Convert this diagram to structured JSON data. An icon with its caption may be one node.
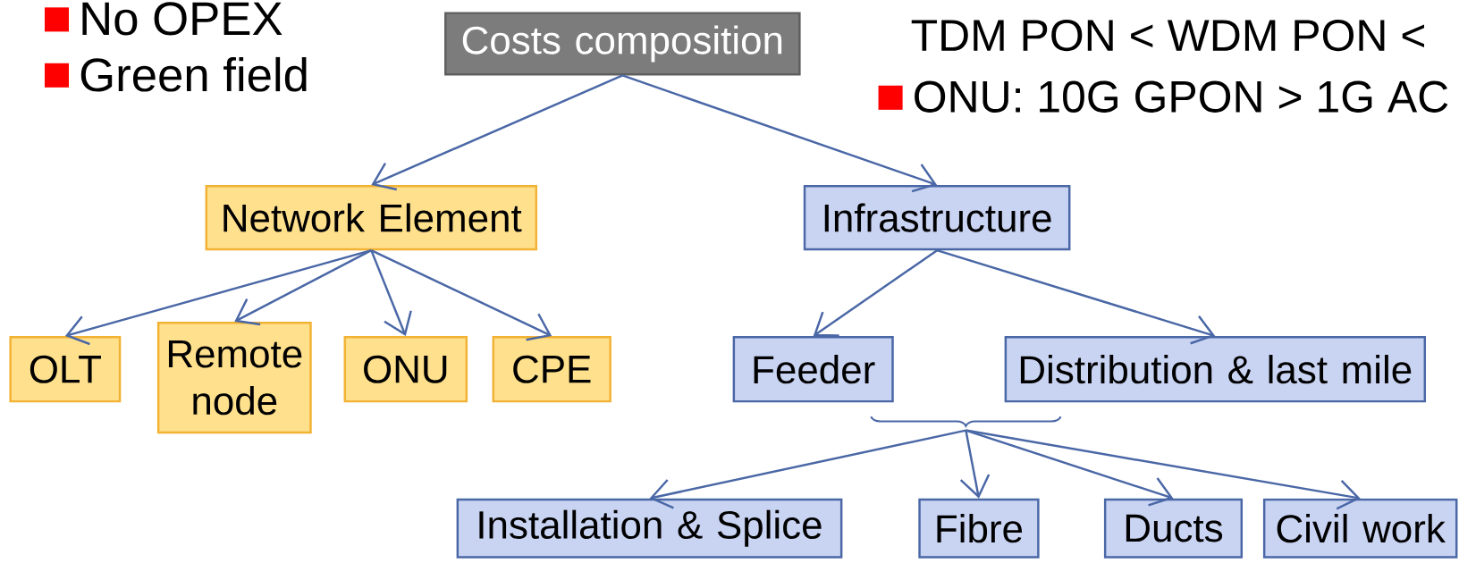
{
  "diagram": {
    "nodes": [
      {
        "text": [
          "Costs composition"
        ]
      },
      {
        "text": [
          "Network Element"
        ]
      },
      {
        "text": [
          "Infrastructure"
        ]
      },
      {
        "text": [
          "OLT"
        ]
      },
      {
        "text": [
          "Remote node"
        ]
      },
      {
        "text": [
          "ONU"
        ]
      },
      {
        "text": [
          "CPE"
        ]
      },
      {
        "text": [
          "Feeder"
        ]
      },
      {
        "text": [
          "Distribution & last mile"
        ]
      },
      {
        "text": [],
        "shape": "brace"
      },
      {
        "text": [
          "Installation & Splice"
        ]
      },
      {
        "text": [
          "Fibre"
        ]
      },
      {
        "text": [
          "Ducts"
        ]
      },
      {
        "text": [
          "Civil work"
        ]
      }
    ],
    "edges": [
      {
        "from": 0,
        "to": 1,
        "arrow": "to"
      },
      {
        "from": 0,
        "to": 2,
        "arrow": "to"
      },
      {
        "from": 1,
        "to": 3,
        "arrow": "to"
      },
      {
        "from": 1,
        "to": 4,
        "arrow": "to"
      },
      {
        "from": 1,
        "to": 5,
        "arrow": "to"
      },
      {
        "from": 1,
        "to": 6,
        "arrow": "to"
      },
      {
        "from": 2,
        "to": 7,
        "arrow": "to"
      },
      {
        "from": 2,
        "to": 8,
        "arrow": "to"
      },
      {
        "from": 9,
        "to": 10,
        "arrow": "to"
      },
      {
        "from": 9,
        "to": 11,
        "arrow": "to"
      },
      {
        "from": 9,
        "to": 12,
        "arrow": "to"
      },
      {
        "from": 9,
        "to": 13,
        "arrow": "to"
      }
    ],
    "labels": [
      "No OPEX",
      "Green field",
      "TDM PON < WDM PON <",
      "ONU: 10G GPON > 1G AC"
    ]
  }
}
